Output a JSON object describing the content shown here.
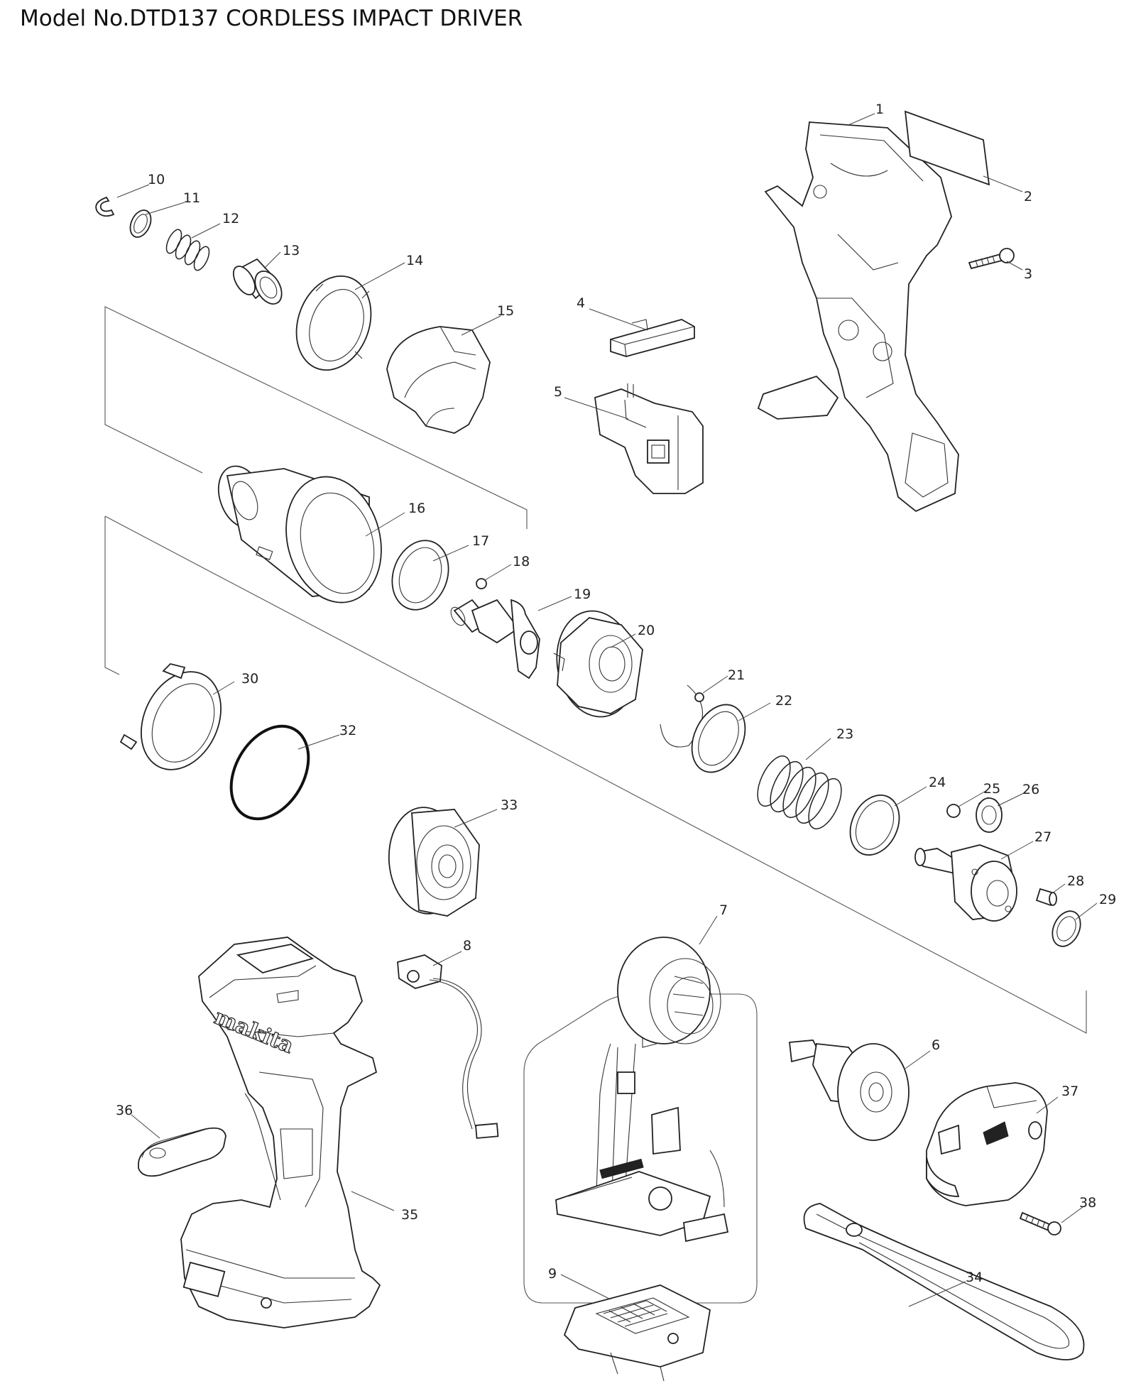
{
  "title": "Model No.DTD137 CORDLESS IMPACT DRIVER",
  "parts": [
    "1",
    "2",
    "3",
    "4",
    "5",
    "6",
    "7",
    "8",
    "9",
    "10",
    "11",
    "12",
    "13",
    "14",
    "15",
    "16",
    "17",
    "18",
    "19",
    "20",
    "21",
    "22",
    "23",
    "24",
    "25",
    "26",
    "27",
    "28",
    "29",
    "30",
    "32",
    "33",
    "34",
    "35",
    "36",
    "37",
    "38"
  ],
  "brand_logo": "makita"
}
